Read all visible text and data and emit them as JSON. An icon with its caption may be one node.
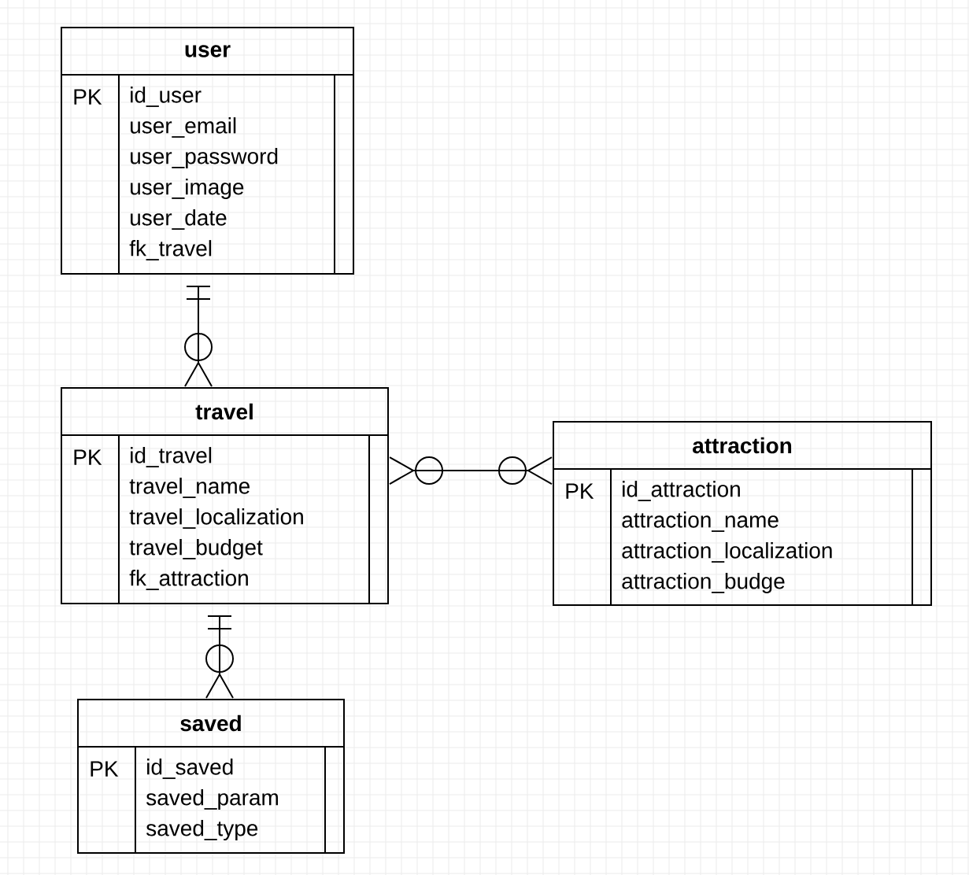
{
  "diagram": {
    "nodes": [
      {
        "text": [
          "user",
          "PK",
          "id_user",
          "user_email",
          "user_password",
          "user_image",
          "user_date",
          "fk_travel"
        ]
      },
      {
        "text": [
          "travel",
          "PK",
          "id_travel",
          "travel_name",
          "travel_localization",
          "travel_budget",
          "fk_attraction"
        ]
      },
      {
        "text": [
          "attraction",
          "PK",
          "id_attraction",
          "attraction_name",
          "attraction_localization",
          "attraction_budge"
        ]
      },
      {
        "text": [
          "saved",
          "PK",
          "id_saved",
          "saved_param",
          "saved_type"
        ]
      }
    ],
    "edges": [
      {
        "from": 0,
        "to": 1,
        "arrow": "other"
      },
      {
        "from": 1,
        "to": 2,
        "arrow": "other"
      },
      {
        "from": 1,
        "to": 3,
        "arrow": "other"
      }
    ]
  }
}
